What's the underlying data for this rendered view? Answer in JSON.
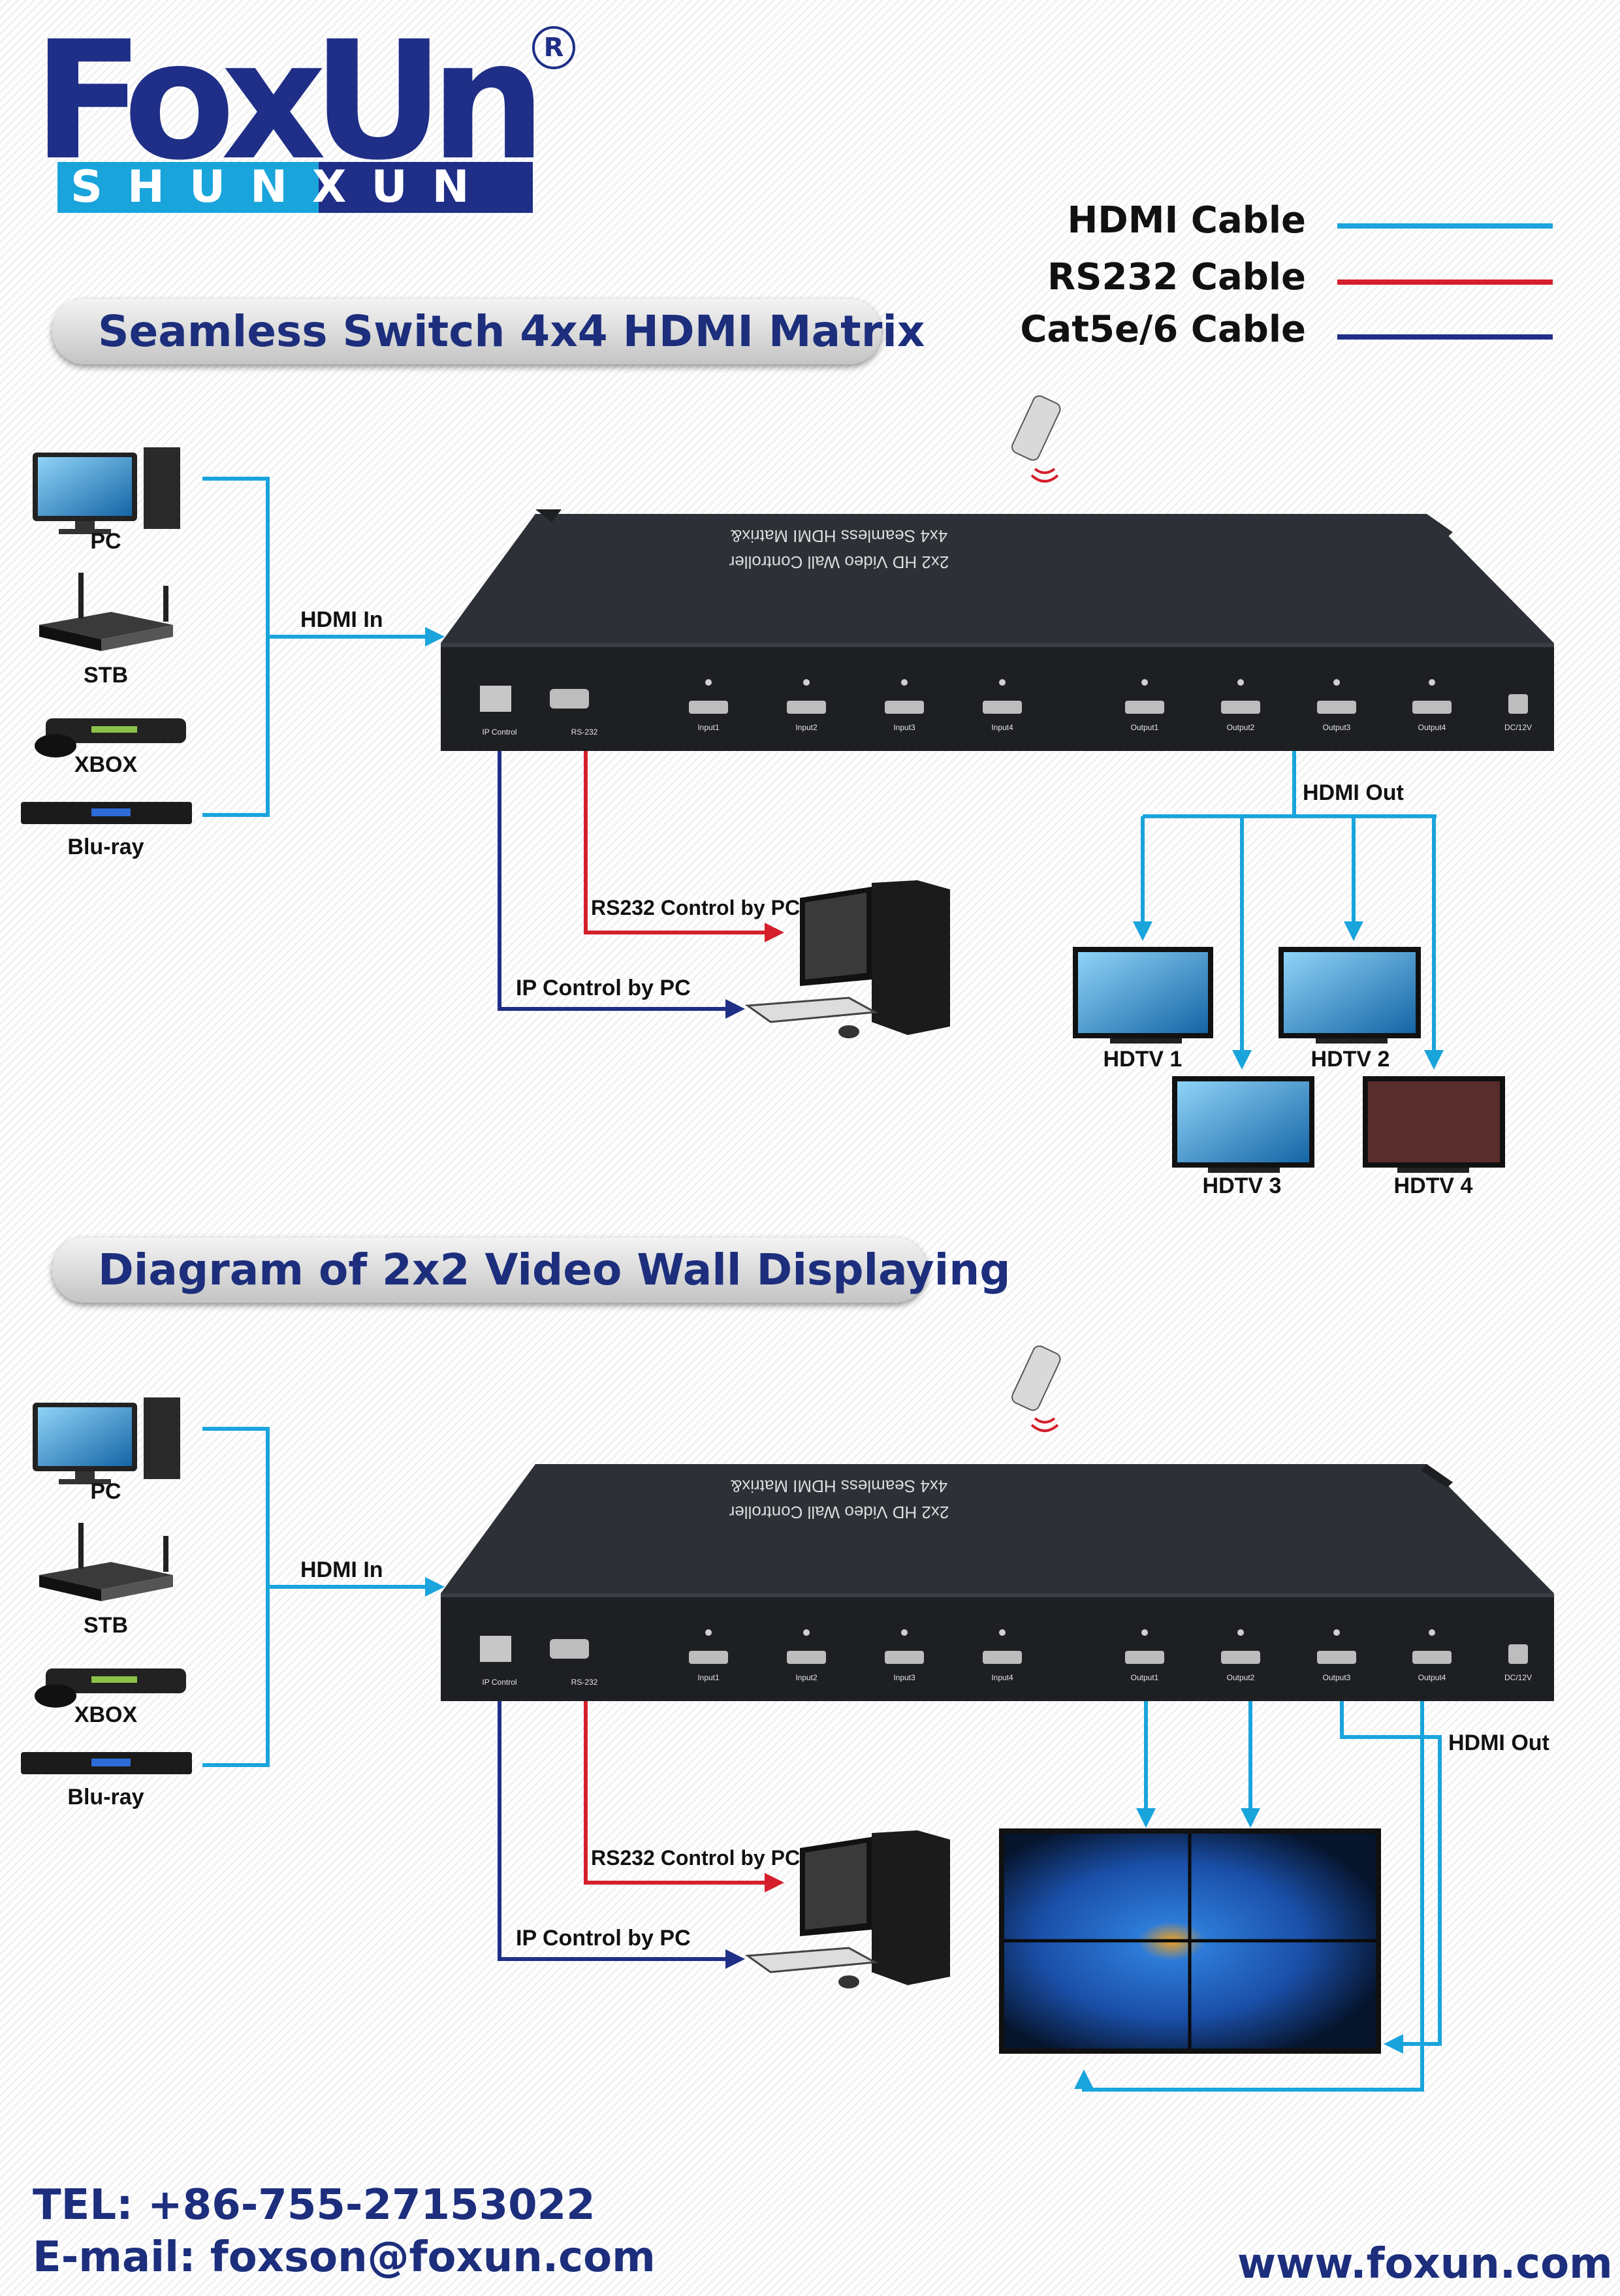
{
  "logo": {
    "brand": "FoxUn",
    "sub": "SHUNXUN",
    "registered": "R"
  },
  "legend": [
    {
      "label": "HDMI Cable",
      "color": "#1aa4dc"
    },
    {
      "label": "RS232 Cable",
      "color": "#d51f2c"
    },
    {
      "label": "Cat5e/6 Cable",
      "color": "#1f2f87"
    }
  ],
  "colors": {
    "hdmi": "#1aa4dc",
    "rs232": "#d51f2c",
    "cat": "#1f2f87",
    "device": "#2b2e33"
  },
  "section1": {
    "title": "Seamless Switch 4x4 HDMI Matrix",
    "hdmi_in": "HDMI In",
    "hdmi_out": "HDMI Out",
    "rs232_control": "RS232 Control by PC",
    "ip_control": "IP Control by PC",
    "sources": [
      "PC",
      "STB",
      "XBOX",
      "Blu-ray"
    ],
    "displays": [
      "HDTV 1",
      "HDTV 2",
      "HDTV 3",
      "HDTV 4"
    ]
  },
  "section2": {
    "title": "Diagram of 2x2 Video Wall Displaying",
    "hdmi_in": "HDMI In",
    "hdmi_out": "HDMI Out",
    "rs232_control": "RS232 Control by PC",
    "ip_control": "IP Control by PC",
    "sources": [
      "PC",
      "STB",
      "XBOX",
      "Blu-ray"
    ]
  },
  "device": {
    "top_text_1": "4x4 Seamless HDMI Matrix&",
    "top_text_2": "2x2 HD Video Wall Controller",
    "ports": [
      "IP Control",
      "RS-232",
      "Input1",
      "Input2",
      "Input3",
      "Input4",
      "Output1",
      "Output2",
      "Output3",
      "Output4",
      "DC/12V"
    ]
  },
  "footer": {
    "tel": "TEL: +86-755-27153022",
    "email": "E-mail: foxson@foxun.com",
    "website": "www.foxun.com"
  }
}
